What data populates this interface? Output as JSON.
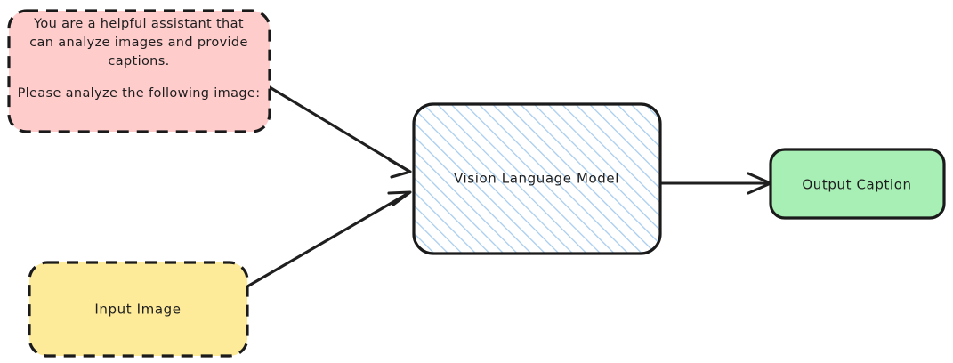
{
  "diagram": {
    "type": "flowchart",
    "direction": "left-to-right",
    "background": "#ffffff",
    "nodes": [
      {
        "id": "prompt",
        "name": "system-prompt-node",
        "shape": "rounded-rect",
        "border": "dashed",
        "fill": "#ffcccc",
        "stroke": "#1a1a1a",
        "lines": [
          "You are a helpful assistant that",
          "can analyze images and provide",
          "captions.",
          "",
          "Please analyze the following image:"
        ]
      },
      {
        "id": "input_image",
        "name": "input-image-node",
        "shape": "rounded-rect",
        "border": "dashed",
        "fill": "#fdeb9a",
        "stroke": "#1a1a1a",
        "label": "Input Image"
      },
      {
        "id": "vlm",
        "name": "vision-language-model-node",
        "shape": "rounded-rect",
        "border": "solid",
        "fill": "hatched",
        "hatch_color": "#a9cdee",
        "stroke": "#1a1a1a",
        "label": "Vision Language Model"
      },
      {
        "id": "output_caption",
        "name": "output-caption-node",
        "shape": "rounded-rect",
        "border": "solid",
        "fill": "#a8efb5",
        "stroke": "#1a1a1a",
        "label": "Output Caption"
      }
    ],
    "edges": [
      {
        "id": "e1",
        "name": "edge-prompt-to-vlm",
        "from": "prompt",
        "to": "vlm",
        "label": "",
        "arrow": "single"
      },
      {
        "id": "e2",
        "name": "edge-input-image-to-vlm",
        "from": "input_image",
        "to": "vlm",
        "label": "",
        "arrow": "single"
      },
      {
        "id": "e3",
        "name": "edge-vlm-to-output",
        "from": "vlm",
        "to": "output_caption",
        "label": "",
        "arrow": "single"
      }
    ]
  }
}
